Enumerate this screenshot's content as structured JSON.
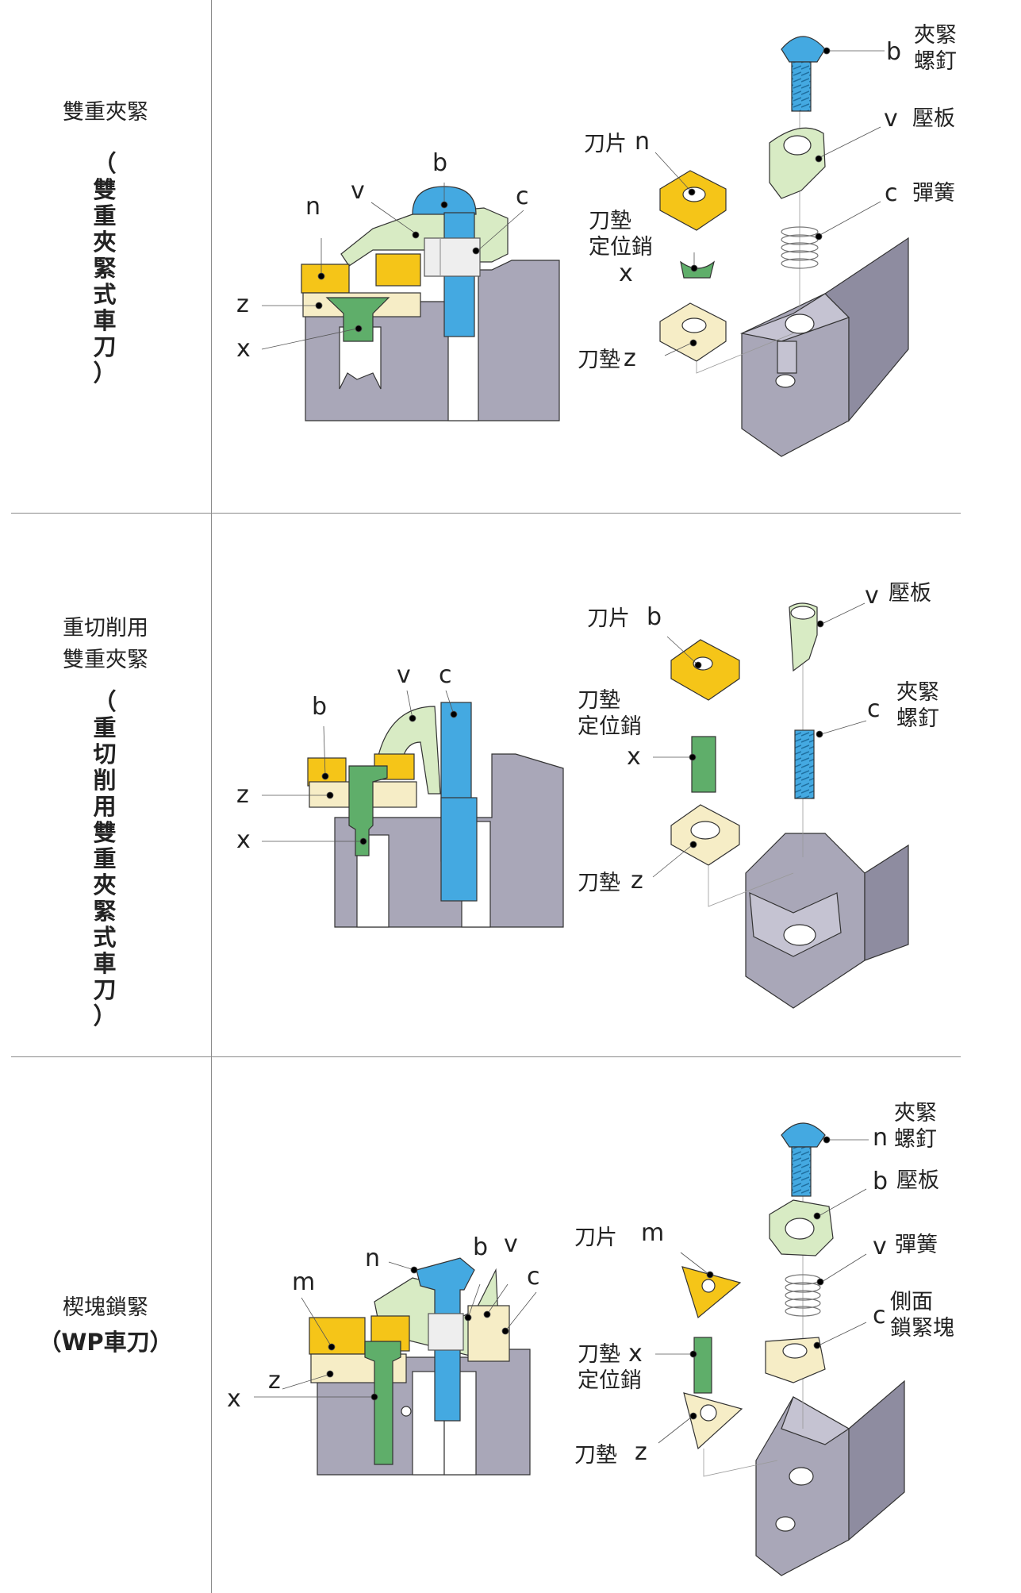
{
  "sections": [
    {
      "title": "雙重夾緊",
      "subtitle_vertical": [
        "（",
        "雙",
        "重",
        "夾",
        "緊",
        "式",
        "車",
        "刀",
        "）"
      ],
      "section_labels": {
        "b": "b",
        "v": "v",
        "c": "c",
        "n": "n",
        "z": "z",
        "x": "x"
      },
      "exploded": {
        "screw": "夾緊\n螺釘",
        "screw_letter": "b",
        "plate": "壓板",
        "plate_letter": "v",
        "spring": "彈簧",
        "spring_letter": "c",
        "insert": "刀片",
        "insert_letter": "n",
        "pin": "刀墊\n定位銷",
        "pin_letter": "x",
        "shim": "刀墊",
        "shim_letter": "z"
      }
    },
    {
      "title": "重切削用\n雙重夾緊",
      "subtitle_vertical": [
        "（",
        "重",
        "切",
        "削",
        "用",
        "雙",
        "重",
        "夾",
        "緊",
        "式",
        "車",
        "刀",
        "）"
      ],
      "section_labels": {
        "v": "v",
        "c": "c",
        "b": "b",
        "z": "z",
        "x": "x"
      },
      "exploded": {
        "plate": "壓板",
        "plate_letter": "v",
        "insert": "刀片",
        "insert_letter": "b",
        "screw": "夾緊\n螺釘",
        "screw_letter": "c",
        "pin": "刀墊\n定位銷",
        "pin_letter": "x",
        "shim": "刀墊",
        "shim_letter": "z"
      }
    },
    {
      "title": "楔塊鎖緊",
      "subtitle": "（WP車刀）",
      "section_labels": {
        "m": "m",
        "n": "n",
        "b": "b",
        "v": "v",
        "c": "c",
        "z": "z",
        "x": "x"
      },
      "exploded": {
        "screw": "夾緊\n螺釘",
        "screw_letter": "n",
        "plate": "壓板",
        "plate_letter": "b",
        "spring": "彈簧",
        "spring_letter": "v",
        "wedge": "側面\n鎖緊塊",
        "wedge_letter": "c",
        "insert": "刀片",
        "insert_letter": "m",
        "pin": "刀墊\n定位銷",
        "pin_letter": "x",
        "shim": "刀墊",
        "shim_letter": "z"
      }
    }
  ],
  "colors": {
    "insert": "#f5c518",
    "shim": "#f6edc6",
    "pin": "#5fae6a",
    "screw": "#44a9e1",
    "plate": "#d8ebc4",
    "body": "#a9a7b8",
    "bodyDark": "#8e8ca0"
  }
}
